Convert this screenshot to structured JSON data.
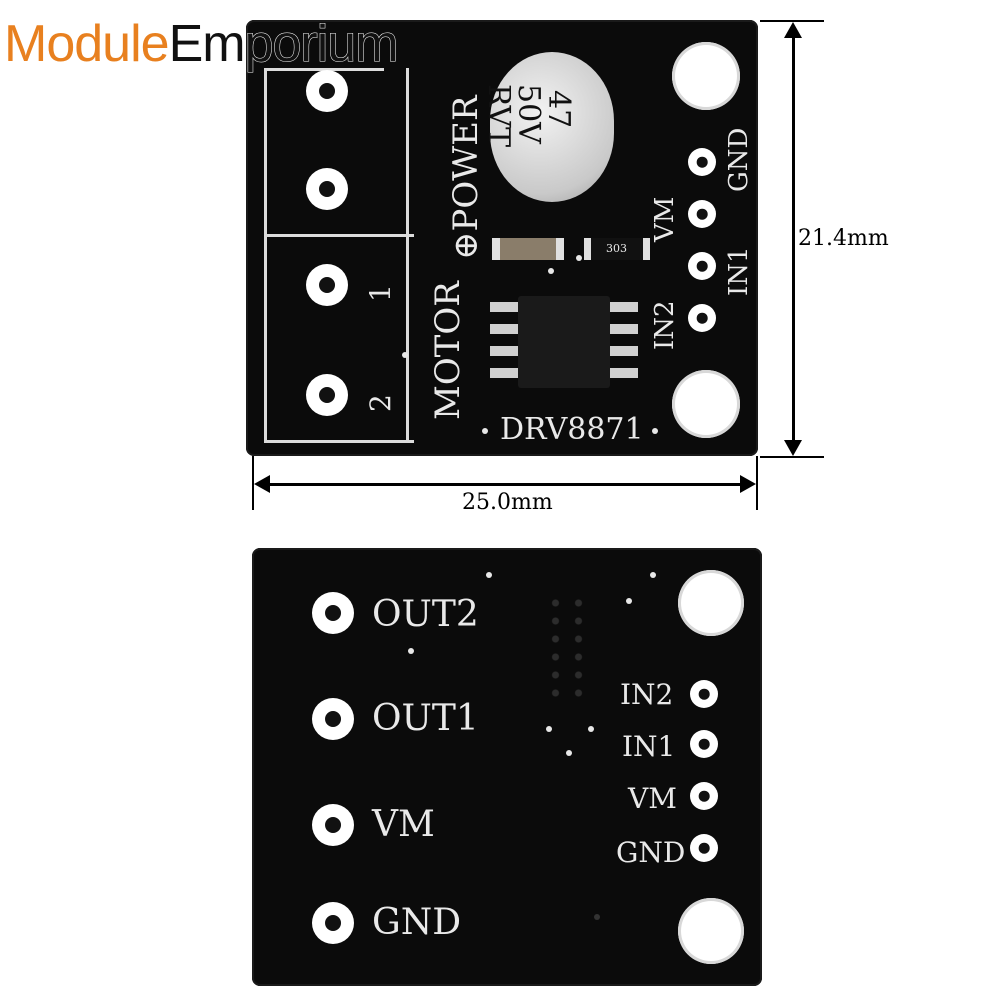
{
  "watermark": {
    "part1": "Module",
    "part2": "Emporium"
  },
  "dimensions": {
    "height": "21.4mm",
    "width": "25.0mm"
  },
  "front": {
    "power_label": "⊕POWER",
    "motor_label": "MOTOR",
    "motor_pin1": "1",
    "motor_pin2": "2",
    "capacitor": [
      "47",
      "50V",
      "RVT"
    ],
    "resistor_code": "303",
    "chip_name": "DRV8871",
    "pins": [
      "GND",
      "VM",
      "IN1",
      "IN2"
    ]
  },
  "back": {
    "left_pins": [
      "OUT2",
      "OUT1",
      "VM",
      "GND"
    ],
    "right_pins": [
      "IN2",
      "IN1",
      "VM",
      "GND"
    ]
  },
  "colors": {
    "pcb": "#0b0b0b",
    "silk": "#e9e9e9",
    "logo_orange": "#e8801f"
  }
}
